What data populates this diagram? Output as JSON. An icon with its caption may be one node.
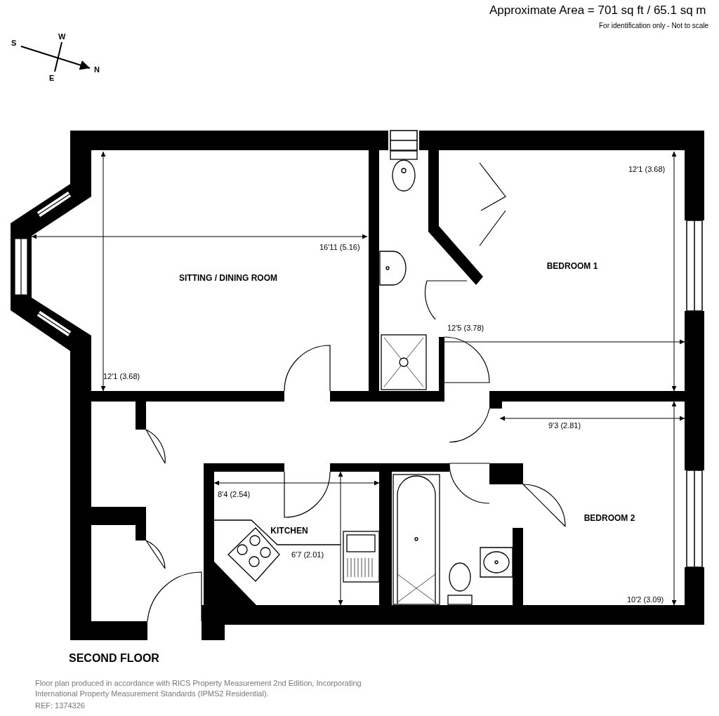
{
  "diagram": {
    "title": "SECOND FLOOR",
    "nodes": [
      {
        "text": [
          "SITTING / DINING ROOM"
        ]
      },
      {
        "text": [
          "BEDROOM 1"
        ]
      },
      {
        "text": [
          "KITCHEN"
        ]
      },
      {
        "text": [
          "BEDROOM 2"
        ]
      }
    ],
    "labels": [
      "Approximate Area = 701 sq ft / 65.1 sq m",
      "For identification only - Not to scale",
      "S",
      "W",
      "E",
      "N",
      "16'11 (5.16)",
      "12'1 (3.68)",
      "12'1 (3.68)",
      "12'5 (3.78)",
      "9'3 (2.81)",
      "8'4 (2.54)",
      "6'7 (2.01)",
      "10'2 (3.09)",
      "Floor plan produced in accordance with RICS Property Measurement 2nd Edition, Incorporating International Property Measurement Standards (IPMS2 Residential).",
      "REF: 1374326"
    ]
  }
}
